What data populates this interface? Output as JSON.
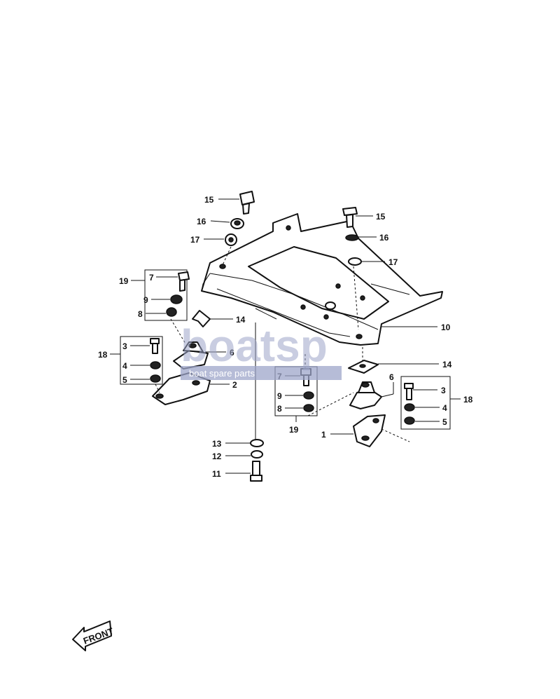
{
  "callouts": {
    "c15a": "15",
    "c16a": "16",
    "c17a": "17",
    "c19a": "19",
    "c7a": "7",
    "c9a": "9",
    "c8a": "8",
    "c14a": "14",
    "c10": "10",
    "c15b": "15",
    "c16b": "16",
    "c17b": "17",
    "c14b": "14",
    "c18a": "18",
    "c3a": "3",
    "c4a": "4",
    "c5a": "5",
    "c6a": "6",
    "c2": "2",
    "c7b": "7",
    "c9b": "9",
    "c8b": "8",
    "c19b": "19",
    "c6b": "6",
    "c18b": "18",
    "c3b": "3",
    "c4b": "4",
    "c5b": "5",
    "c1": "1",
    "c13": "13",
    "c12": "12",
    "c11": "11"
  },
  "front_label": "FRONT",
  "watermark": {
    "logo": "boatsp",
    "tagline": "boat spare parts",
    "color": "#9ea6c9"
  }
}
